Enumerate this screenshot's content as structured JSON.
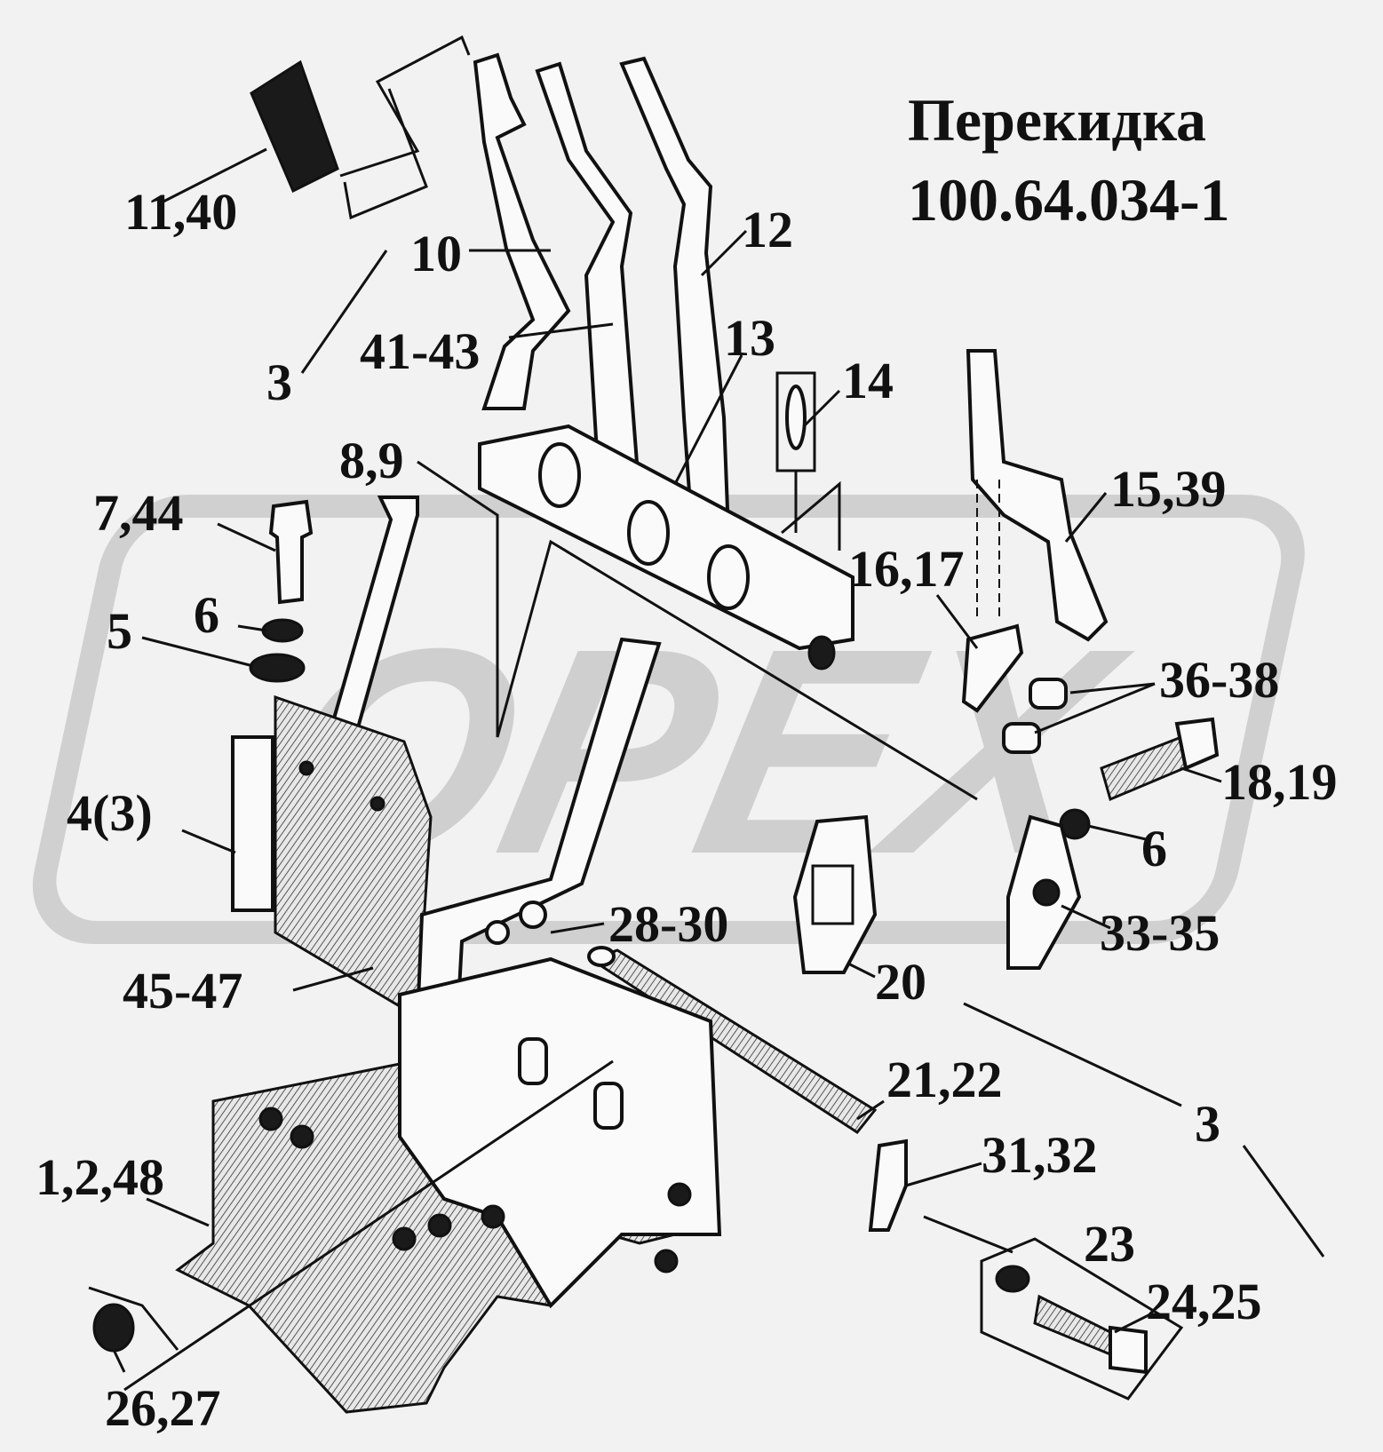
{
  "title": {
    "line1": "Перекидка",
    "line2": "100.64.034-1"
  },
  "watermark": {
    "text": "OPEX",
    "color": "#cfcfcf"
  },
  "callouts": [
    {
      "id": "c-11-40",
      "text": "11,40"
    },
    {
      "id": "c-10",
      "text": "10"
    },
    {
      "id": "c-12",
      "text": "12"
    },
    {
      "id": "c-3-top",
      "text": "3"
    },
    {
      "id": "c-41-43",
      "text": "41-43"
    },
    {
      "id": "c-13",
      "text": "13"
    },
    {
      "id": "c-14",
      "text": "14"
    },
    {
      "id": "c-8-9",
      "text": "8,9"
    },
    {
      "id": "c-7-44",
      "text": "7,44"
    },
    {
      "id": "c-15-39",
      "text": "15,39"
    },
    {
      "id": "c-16-17",
      "text": "16,17"
    },
    {
      "id": "c-6-left",
      "text": "6"
    },
    {
      "id": "c-5",
      "text": "5"
    },
    {
      "id": "c-36-38",
      "text": "36-38"
    },
    {
      "id": "c-18-19",
      "text": "18,19"
    },
    {
      "id": "c-4-3",
      "text": "4(3)"
    },
    {
      "id": "c-6-right",
      "text": "6"
    },
    {
      "id": "c-28-30",
      "text": "28-30"
    },
    {
      "id": "c-33-35",
      "text": "33-35"
    },
    {
      "id": "c-45-47",
      "text": "45-47"
    },
    {
      "id": "c-20",
      "text": "20"
    },
    {
      "id": "c-21-22",
      "text": "21,22"
    },
    {
      "id": "c-3-bottom",
      "text": "3"
    },
    {
      "id": "c-31-32",
      "text": "31,32"
    },
    {
      "id": "c-1-2-48",
      "text": "1,2,48"
    },
    {
      "id": "c-23",
      "text": "23"
    },
    {
      "id": "c-24-25",
      "text": "24,25"
    },
    {
      "id": "c-26-27",
      "text": "26,27"
    }
  ]
}
